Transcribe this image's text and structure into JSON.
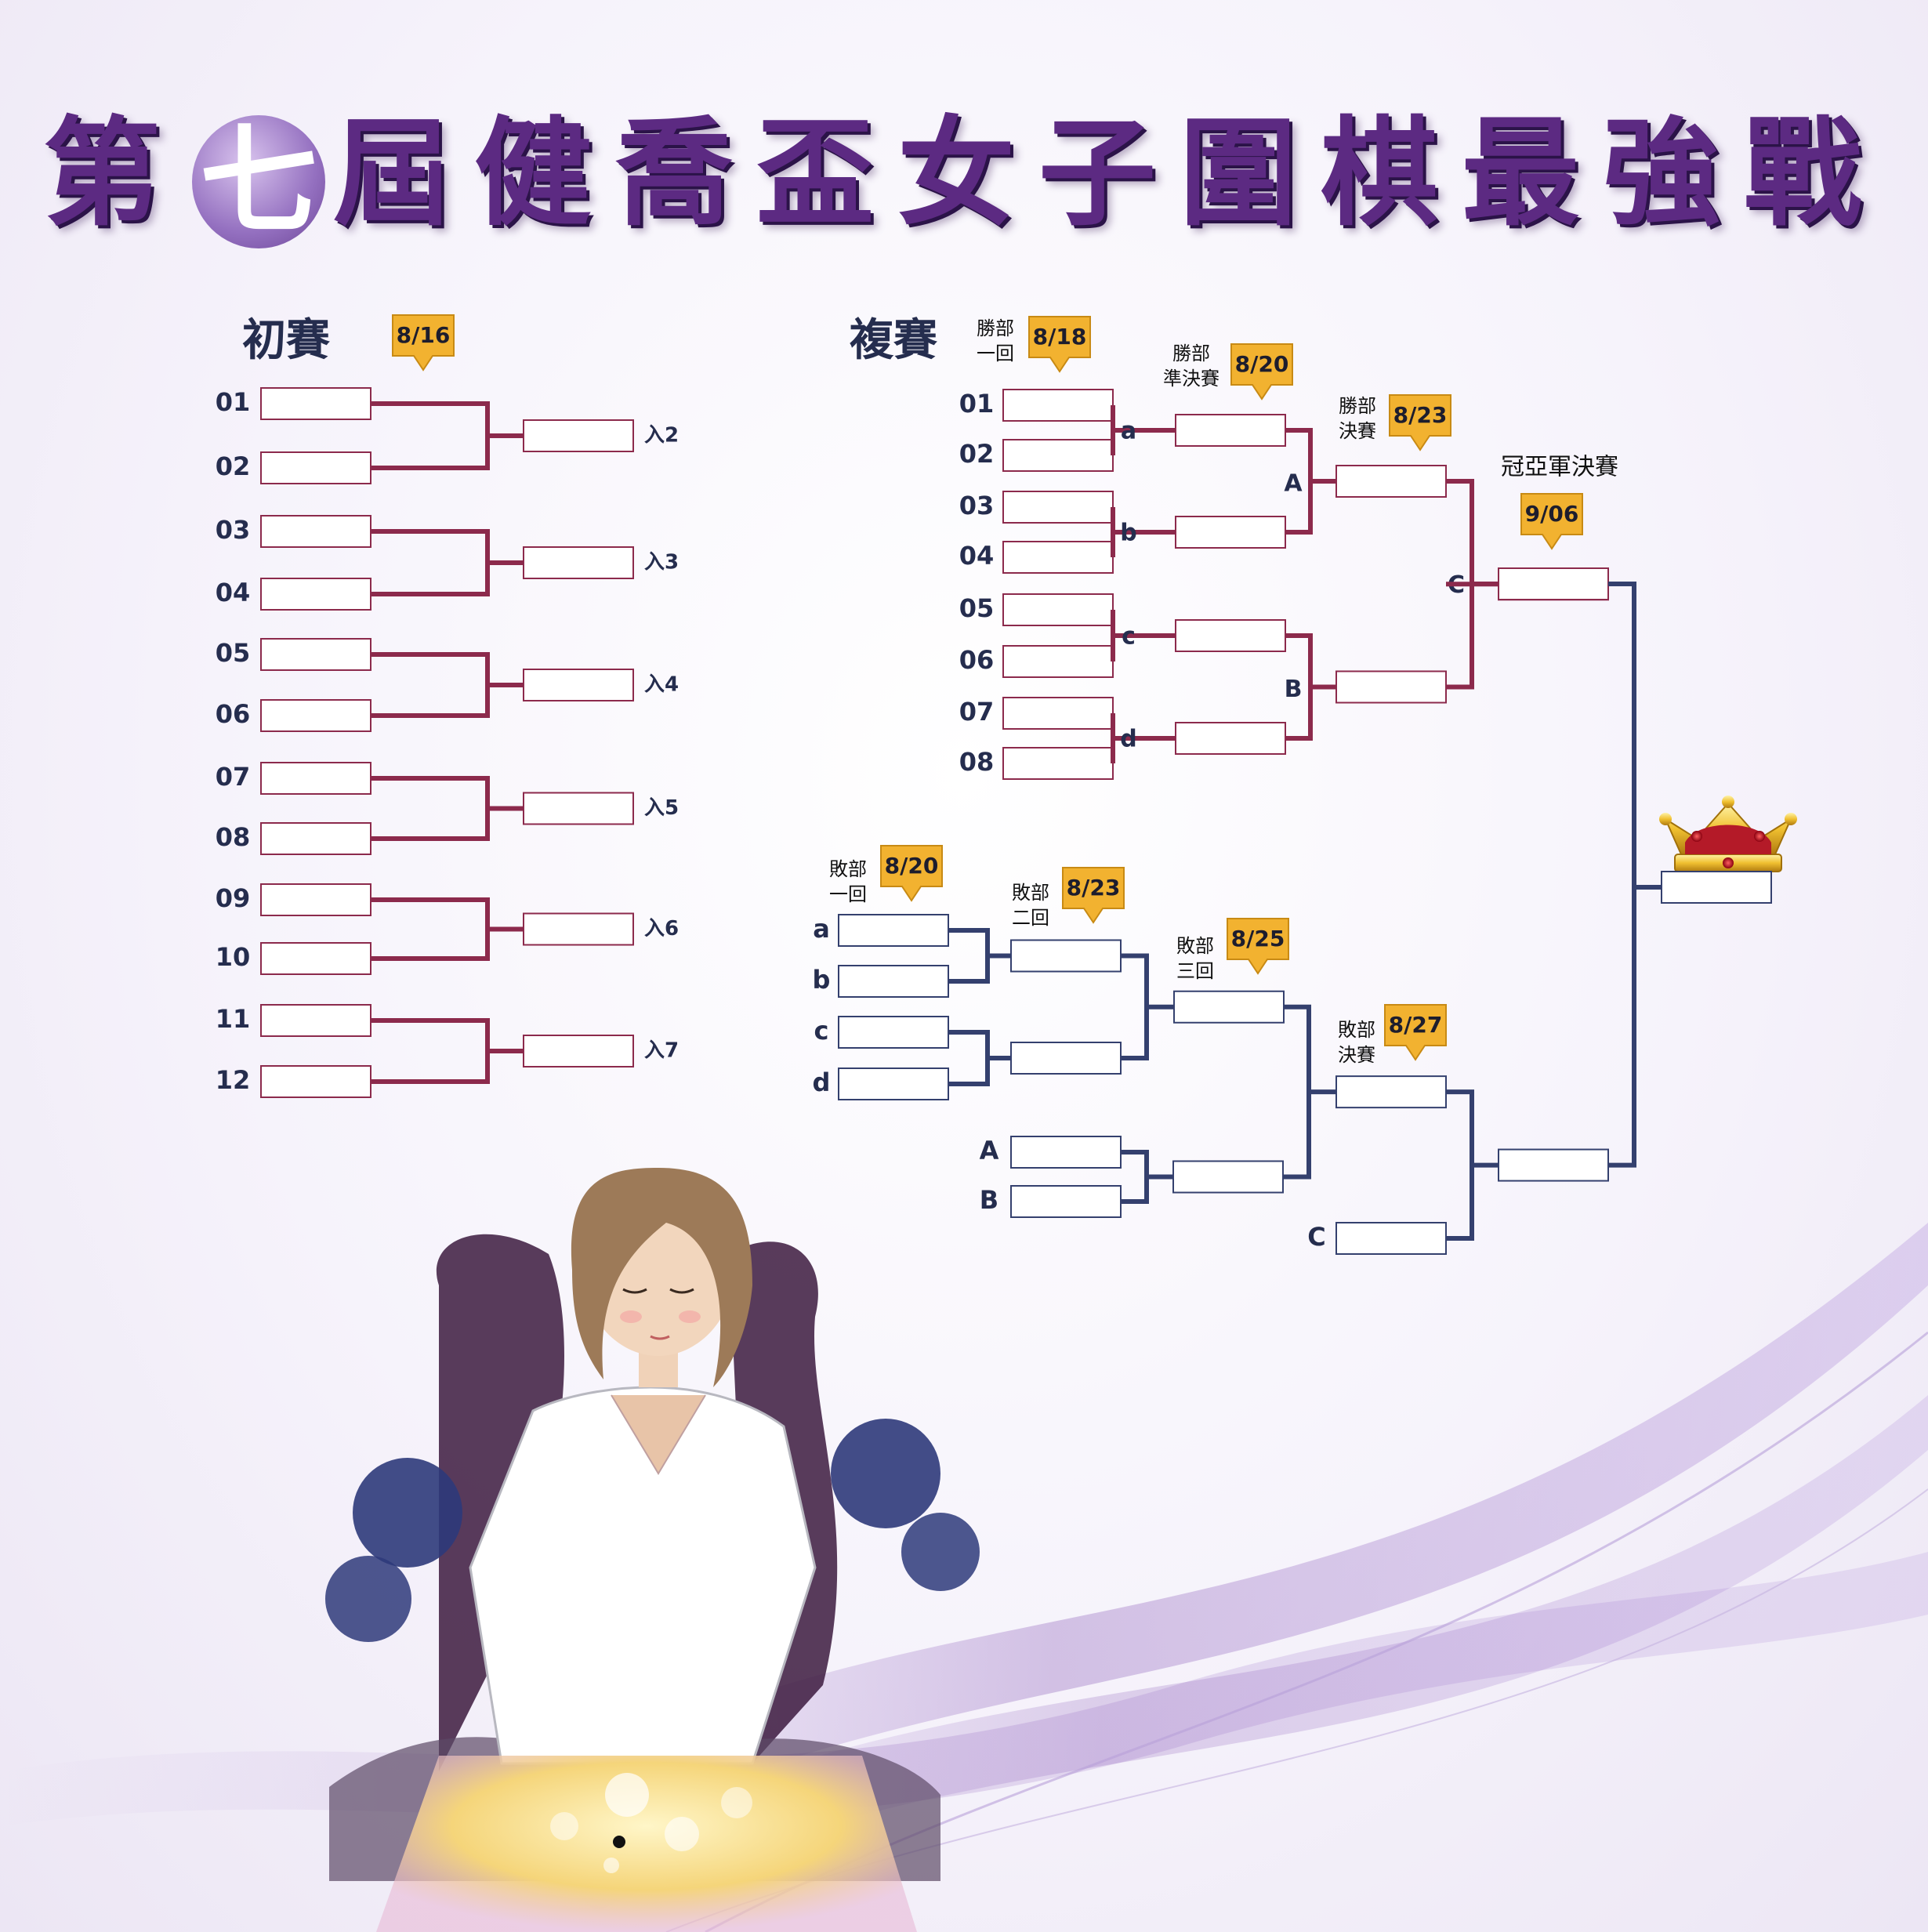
{
  "title": {
    "pre": "第",
    "circled": "七",
    "post": "屆健喬盃女子圍棋最強戰"
  },
  "colors": {
    "winner_line": "#8c2a4c",
    "loser_line": "#34406e",
    "text": "#252d4e",
    "tag_fill": "#f2b230",
    "tag_stroke": "#c88a14"
  },
  "prelim": {
    "heading": "初賽",
    "date": "8/16",
    "entries": [
      "01",
      "02",
      "03",
      "04",
      "05",
      "06",
      "07",
      "08",
      "09",
      "10",
      "11",
      "12"
    ],
    "advance": [
      "入2",
      "入3",
      "入4",
      "入5",
      "入6",
      "入7"
    ]
  },
  "main": {
    "heading": "複賽",
    "winners": {
      "round1": {
        "label": [
          "勝部",
          "一回"
        ],
        "date": "8/18"
      },
      "semifinal": {
        "label": [
          "勝部",
          "準決賽"
        ],
        "date": "8/20"
      },
      "final": {
        "label": [
          "勝部",
          "決賽"
        ],
        "date": "8/23"
      },
      "entries": [
        "01",
        "02",
        "03",
        "04",
        "05",
        "06",
        "07",
        "08"
      ],
      "match_labels": [
        "a",
        "b",
        "c",
        "d"
      ],
      "semi_labels": [
        "A",
        "B"
      ],
      "final_label": "C"
    },
    "grand_final": {
      "label": "冠亞軍決賽",
      "date": "9/06",
      "icon": "crown-icon"
    },
    "losers": {
      "round1": {
        "label": [
          "敗部",
          "一回"
        ],
        "date": "8/20"
      },
      "round2": {
        "label": [
          "敗部",
          "二回"
        ],
        "date": "8/23"
      },
      "round3": {
        "label": [
          "敗部",
          "三回"
        ],
        "date": "8/25"
      },
      "final": {
        "label": [
          "敗部",
          "決賽"
        ],
        "date": "8/27"
      },
      "entries": [
        "a",
        "b",
        "c",
        "d"
      ],
      "round2_entries": [
        "A",
        "B"
      ],
      "final_entry": "C"
    }
  }
}
